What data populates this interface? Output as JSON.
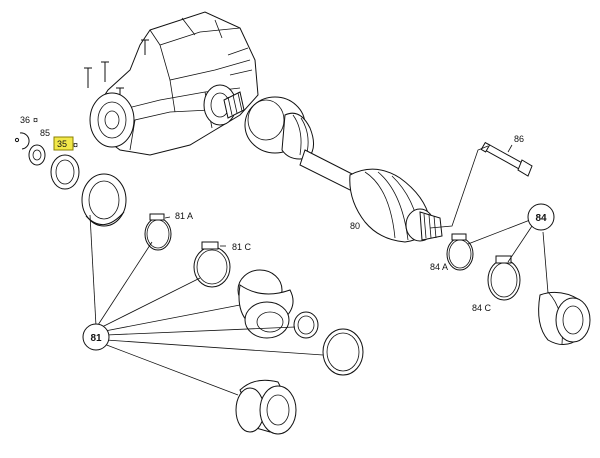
{
  "labels": {
    "p36": "36",
    "p85": "85",
    "p35": "35",
    "p86": "86",
    "p80": "80",
    "p81a": "81 A",
    "p81c": "81 C",
    "p81": "81",
    "p84": "84",
    "p84a": "84 A",
    "p84c": "84 C"
  },
  "colors": {
    "highlight": "#f2e84a",
    "highlight_border": "#8a7f00",
    "line": "#111111",
    "background": "#ffffff"
  }
}
